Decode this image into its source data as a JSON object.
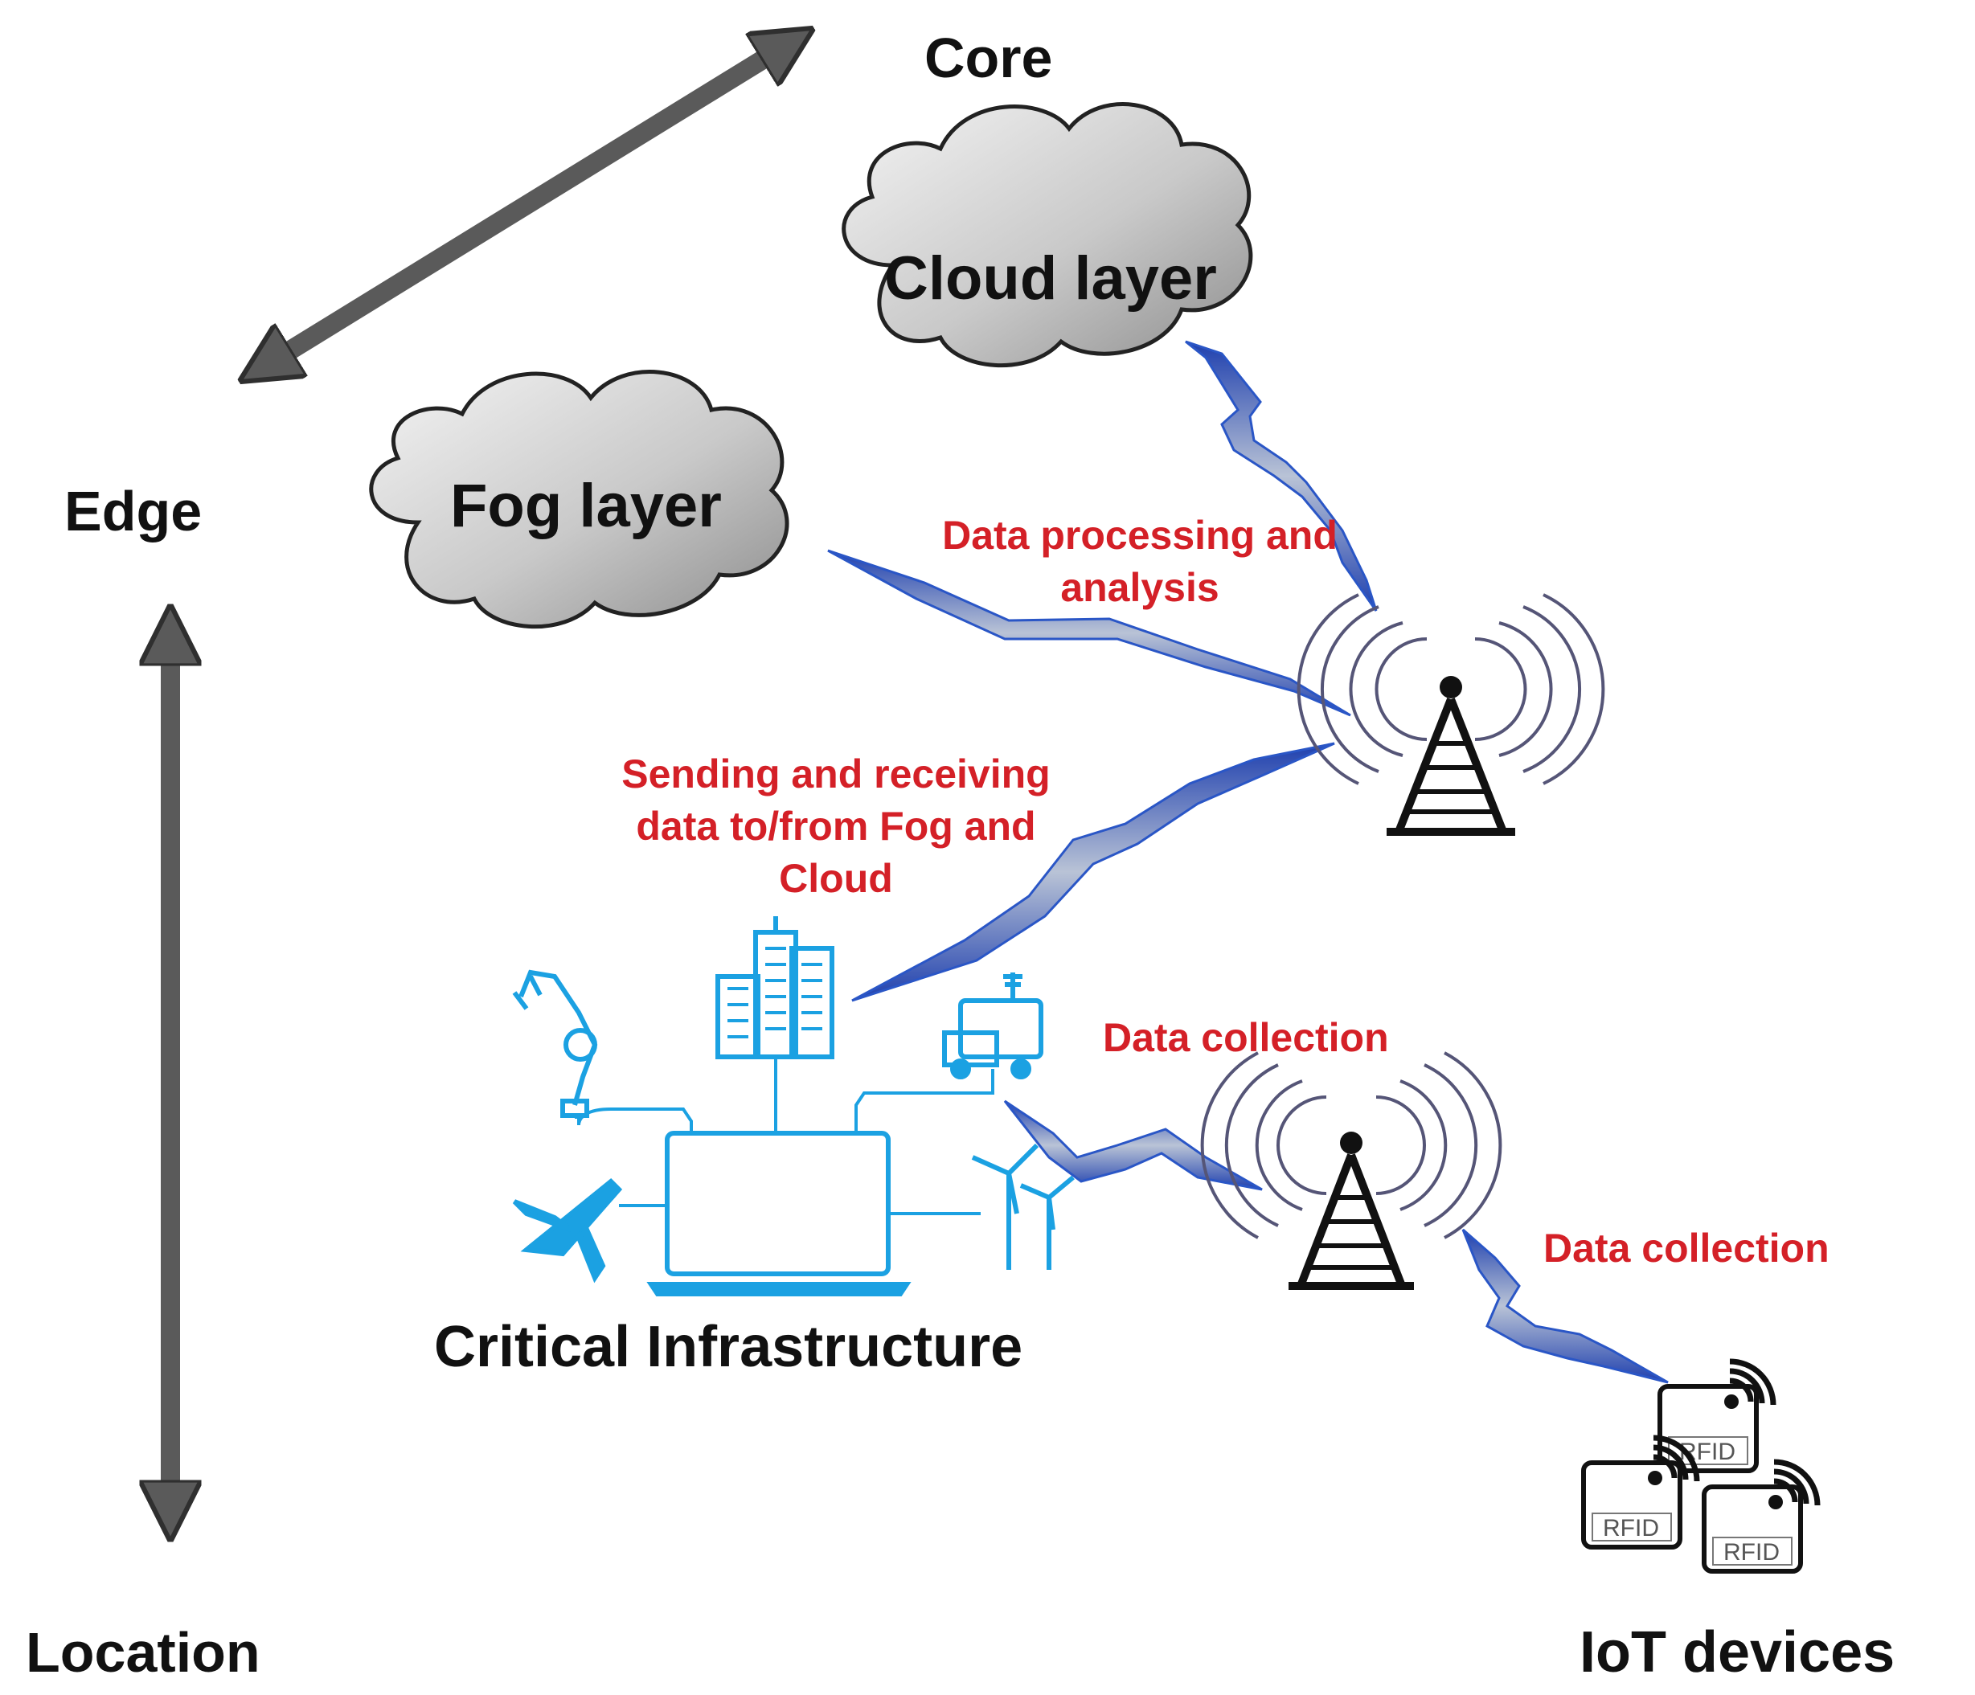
{
  "axis": {
    "core": "Core",
    "edge": "Edge",
    "location": "Location"
  },
  "layers": {
    "cloud": "Cloud layer",
    "fog": "Fog layer"
  },
  "annotations": {
    "processing": [
      "Data processing and",
      "analysis"
    ],
    "sending": [
      "Sending and receiving",
      "data to/from Fog and",
      "Cloud"
    ],
    "collection_1": "Data collection",
    "collection_2": "Data collection"
  },
  "nodes": {
    "critical_infrastructure": "Critical Infrastructure",
    "iot_devices": "IoT devices",
    "rfid_tag": "RFID"
  },
  "colors": {
    "annotation_red": "#d42027",
    "infrastructure_blue": "#1ba1e2",
    "link_blue": "#2a56c6",
    "arrow_gray": "#5a5a5a"
  }
}
